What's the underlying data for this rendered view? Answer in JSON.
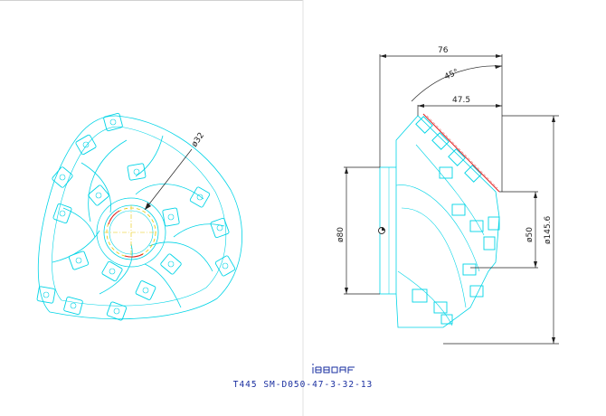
{
  "colors": {
    "outline": "#00d4e6",
    "dimension": "#222222",
    "accent_red": "#e02020",
    "accent_yellow": "#e8c800",
    "brand": "#1a2fa0"
  },
  "dimensions": {
    "bore": "ø32",
    "overall_length": "76",
    "angle": "45°",
    "offset": "47.5",
    "shank": "ø80",
    "small_dia": "ø50",
    "outer_dia": "ø145.6"
  },
  "logo": {
    "name": "iscar-logo"
  },
  "caption": "T445 SM-D050-47-3-32-13"
}
